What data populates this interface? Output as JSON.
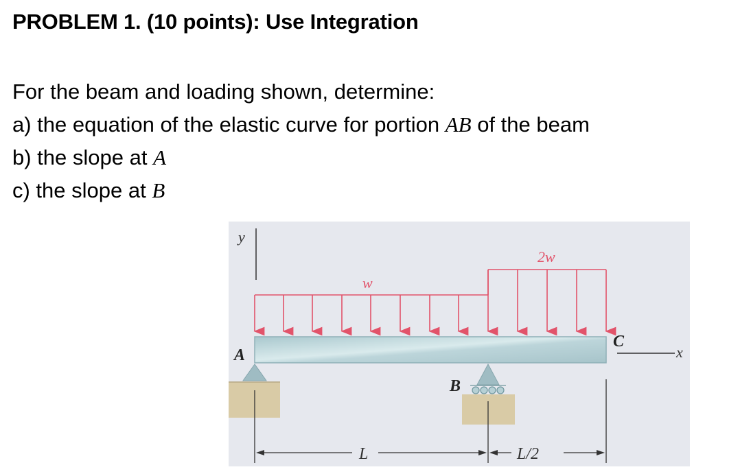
{
  "problem": {
    "title": "PROBLEM 1. (10 points): Use Integration",
    "intro": "For the beam and loading shown, determine:",
    "parts": [
      {
        "prefix": "a) the equation of the elastic curve for portion ",
        "symbol": "AB",
        "suffix": " of the beam"
      },
      {
        "prefix": "b) the slope at ",
        "symbol": "A",
        "suffix": ""
      },
      {
        "prefix": "c) the slope at ",
        "symbol": "B",
        "suffix": ""
      }
    ]
  },
  "figure": {
    "axis_y_label": "y",
    "axis_x_label": "x",
    "load_left_label": "w",
    "load_right_label": "2w",
    "point_a": "A",
    "point_b": "B",
    "point_c": "C",
    "dim_ab": "L",
    "dim_bc": "L/2",
    "colors": {
      "load": "#e2536a",
      "beam": "#b9d3d8",
      "support": "#9fbcc3",
      "ground": "#d9cba6",
      "background": "#e6e8ee"
    }
  }
}
